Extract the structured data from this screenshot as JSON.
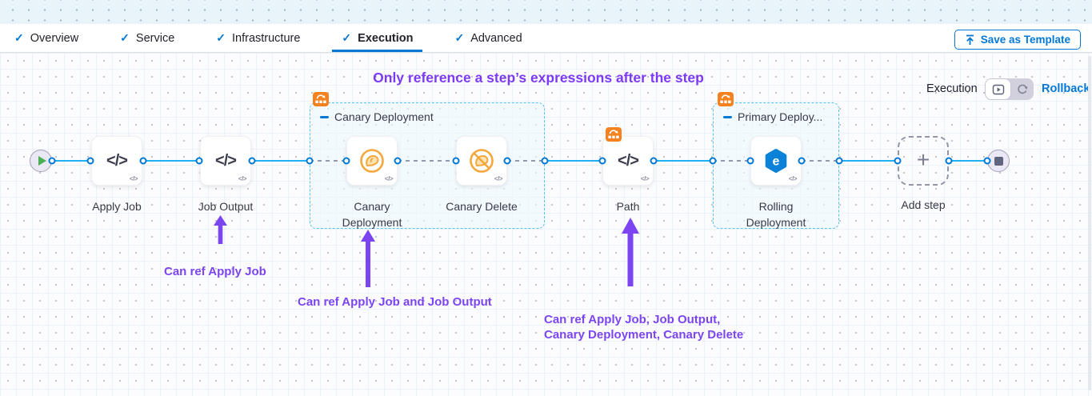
{
  "tab_bar": {
    "check_glyph": "✓",
    "tabs": [
      {
        "label": "Overview"
      },
      {
        "label": "Service"
      },
      {
        "label": "Infrastructure"
      },
      {
        "label": "Execution"
      },
      {
        "label": "Advanced"
      }
    ],
    "save_button_label": "Save as Template"
  },
  "canvas": {
    "banner_text": "Only reference a step’s expressions after the step",
    "mode_control": {
      "left_label": "Execution",
      "right_label": "Rollback"
    },
    "groups": {
      "canary": "Canary Deployment",
      "primary": "Primary Deploy..."
    },
    "nodes": {
      "apply_job": "Apply Job",
      "job_output": "Job Output",
      "canary_deployment": "Canary Deployment",
      "canary_delete": "Canary Delete",
      "path": "Path",
      "rolling_deployment": "Rolling Deployment",
      "add_step": "Add step",
      "code_glyph": "</>",
      "plus_glyph": "+"
    },
    "annotations": {
      "ref1": "Can ref Apply Job",
      "ref2": "Can ref Apply Job and Job Output",
      "ref3_line1": "Can ref Apply Job, Job Output,",
      "ref3_line2": "Canary Deployment, Canary Delete"
    }
  },
  "colors": {
    "primary_blue": "#0278d5",
    "link_cyan": "#1fb1f3",
    "badge_orange": "#f6821f",
    "canary_orange": "#f4a73b",
    "annotation_purple": "#7c45f2",
    "text_dark": "#383946"
  }
}
